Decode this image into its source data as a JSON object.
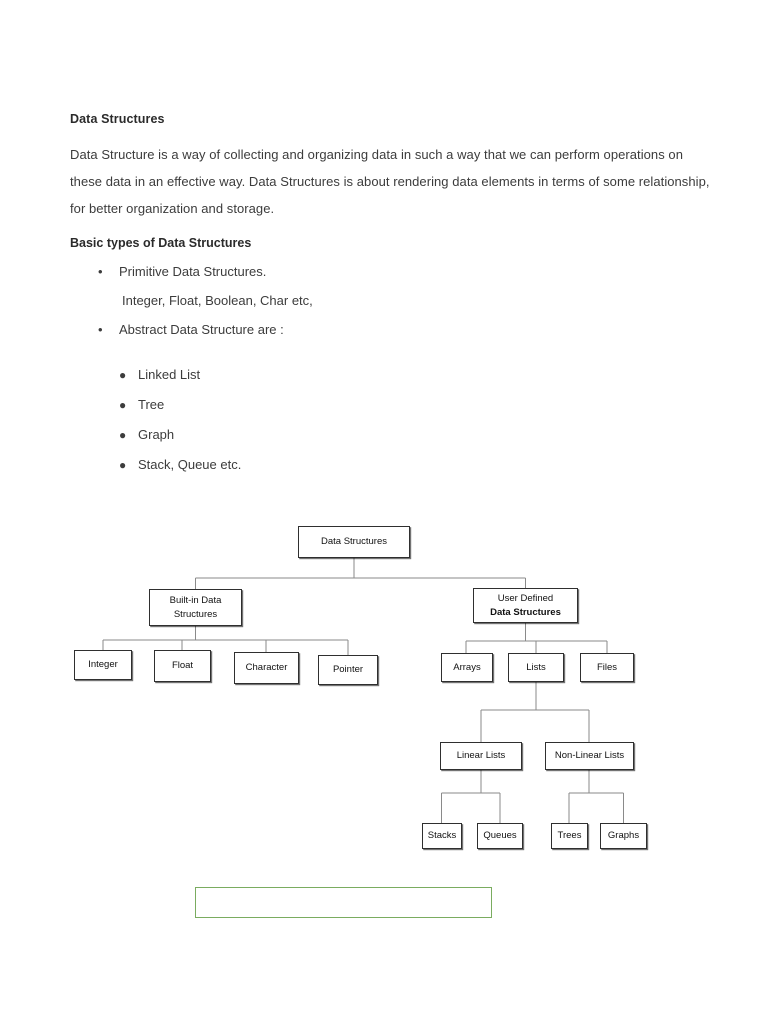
{
  "document": {
    "title": "Data Structures",
    "paragraph": "Data Structure is a way of collecting and organizing data in such a way that we can perform operations on these data in an effective way. Data Structures is about rendering data elements in terms of some relationship, for better organization and storage.",
    "subheading": "Basic types of Data Structures",
    "bullets": [
      {
        "bullet": "•",
        "label": "Primitive Data Structures."
      },
      {
        "bullet": "•",
        "label": "Abstract Data Structure are :"
      }
    ],
    "primitive_examples": "Integer, Float, Boolean, Char etc,",
    "abstract_items": [
      {
        "bullet": "●",
        "label": "Linked List"
      },
      {
        "bullet": "●",
        "label": "Tree"
      },
      {
        "bullet": "●",
        "label": "Graph"
      },
      {
        "bullet": "●",
        "label": "Stack, Queue etc."
      }
    ]
  },
  "diagram": {
    "nodes": {
      "root": "Data Structures",
      "builtin_line1": "Built-in Data",
      "builtin_line2": "Structures",
      "userdef_line1": "User Defined",
      "userdef_line2": "Data Structures",
      "integer": "Integer",
      "float": "Float",
      "character": "Character",
      "pointer": "Pointer",
      "arrays": "Arrays",
      "lists": "Lists",
      "files": "Files",
      "linear_lists": "Linear Lists",
      "nonlinear_lists": "Non-Linear Lists",
      "stacks": "Stacks",
      "queues": "Queues",
      "trees": "Trees",
      "graphs": "Graphs"
    },
    "line_color": "#8a8a8a",
    "box_border_color": "#2f2f2f"
  },
  "green_box": {
    "text": "",
    "border_color": "#7aac60"
  }
}
